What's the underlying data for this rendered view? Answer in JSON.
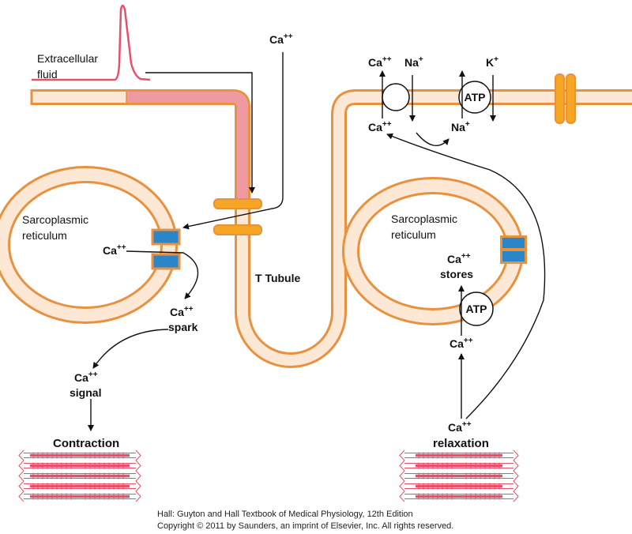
{
  "labels": {
    "extracellular_1": "Extracellular",
    "extracellular_2": "fluid",
    "sr_left_1": "Sarcoplasmic",
    "sr_left_2": "reticulum",
    "sr_right_1": "Sarcoplasmic",
    "sr_right_2": "reticulum",
    "t_tubule": "T Tubule",
    "ca": "Ca",
    "ca_charge": "++",
    "na": "Na",
    "k": "K",
    "plus": "+",
    "atp": "ATP",
    "spark": "spark",
    "signal": "signal",
    "contraction": "Contraction",
    "stores": "stores",
    "relaxation": "relaxation"
  },
  "credit": {
    "line1": "Hall: Guyton and Hall Textbook of Medical Physiology, 12th Edition",
    "line2": "Copyright © 2011 by Saunders, an imprint of Elsevier, Inc. All rights reserved."
  },
  "colors": {
    "membrane_outline": "#e8913f",
    "membrane_fill": "#fde8d6",
    "depolarized_fill": "#ef9aa0",
    "action_potential": "#e8506a",
    "channel_orange": "#f5a623",
    "channel_blue": "#2a86c8",
    "sarcomere": "#e8506a"
  },
  "icons": [
    "ca-channel-icon",
    "ryanodine-receptor-icon",
    "ca-atpase-pump-icon",
    "na-ca-exchanger-icon",
    "na-k-atpase-icon",
    "sarcomere-icon"
  ]
}
